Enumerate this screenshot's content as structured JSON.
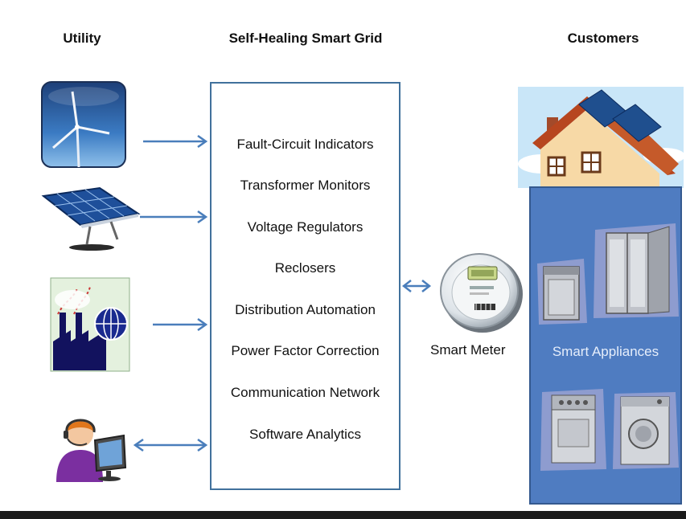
{
  "headers": {
    "utility": "Utility",
    "grid": "Self-Healing Smart Grid",
    "customers": "Customers"
  },
  "grid_items": [
    "Fault-Circuit Indicators",
    "Transformer Monitors",
    "Voltage Regulators",
    "Reclosers",
    "Distribution Automation",
    "Power Factor Correction",
    "Communication Network",
    "Software Analytics"
  ],
  "meter": {
    "label": "Smart Meter"
  },
  "appliances": {
    "label": "Smart Appliances"
  },
  "icons": {
    "wind": "wind-turbine-icon",
    "solar": "solar-panel-icon",
    "factory": "factory-icon",
    "operator": "operator-icon",
    "house": "house-icon",
    "meter": "smart-meter-icon",
    "dishwasher": "dishwasher-icon",
    "fridge": "refrigerator-icon",
    "stove": "stove-icon",
    "washer": "washing-machine-icon"
  },
  "colors": {
    "arrow": "#4a7ebb",
    "grid_border": "#41719c",
    "appliance_panel": "#4f7cc1"
  }
}
